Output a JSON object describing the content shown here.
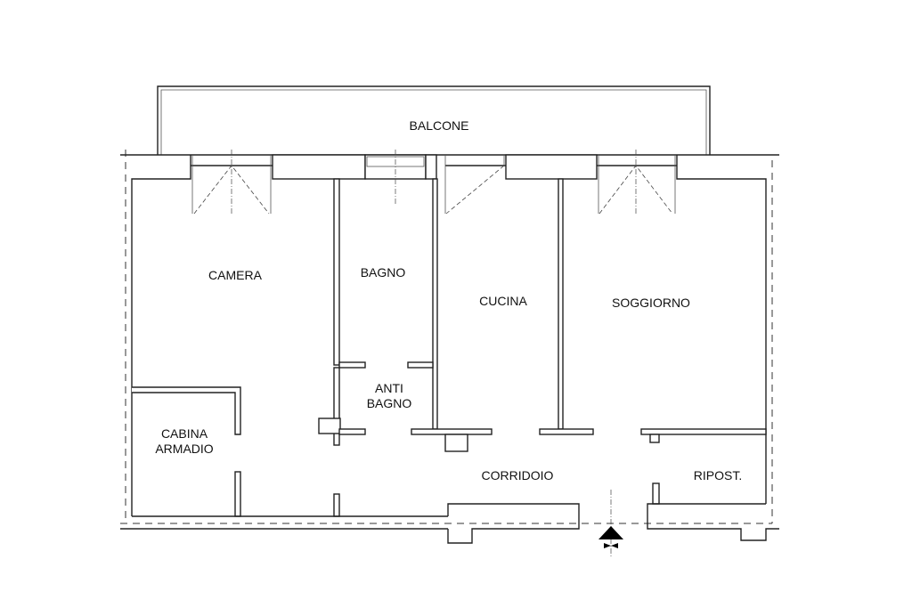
{
  "rooms": {
    "balcone": "BALCONE",
    "camera": "CAMERA",
    "bagno": "BAGNO",
    "cucina": "CUCINA",
    "soggiorno": "SOGGIORNO",
    "anti_line1": "ANTI",
    "anti_line2": "BAGNO",
    "cabina_line1": "CABINA",
    "cabina_line2": "ARMADIO",
    "corridoio": "CORRIDOIO",
    "ripostiglio": "RIPOST."
  }
}
